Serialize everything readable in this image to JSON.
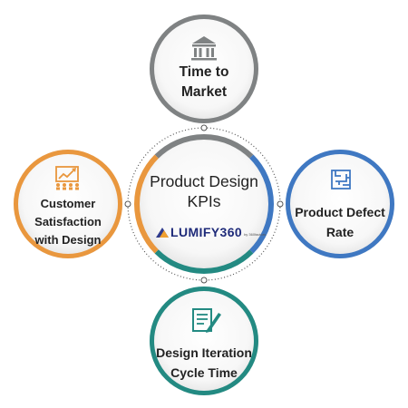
{
  "center": {
    "title_line1": "Product Design",
    "title_line2": "KPIs",
    "logo_text": "LUMIFY360",
    "logo_sub": "by 360factors"
  },
  "nodes": [
    {
      "id": "top",
      "line1": "Time to",
      "line2": "Market",
      "icon": "bank-icon",
      "ring_color": "#7f8283"
    },
    {
      "id": "right",
      "line1": "Product Defect",
      "line2": "Rate",
      "icon": "maze-icon",
      "ring_color": "#3f78c2"
    },
    {
      "id": "bottom",
      "line1": "Design Iteration",
      "line2": "Cycle Time",
      "icon": "document-edit-icon",
      "ring_color": "#238a82"
    },
    {
      "id": "left",
      "line1": "Customer",
      "line2": "Satisfaction",
      "line3": "with Design",
      "icon": "growth-chart-icon",
      "ring_color": "#e9973e"
    }
  ],
  "colors": {
    "gray": "#7f8283",
    "blue": "#3f78c2",
    "teal": "#238a82",
    "orange": "#e9973e"
  }
}
